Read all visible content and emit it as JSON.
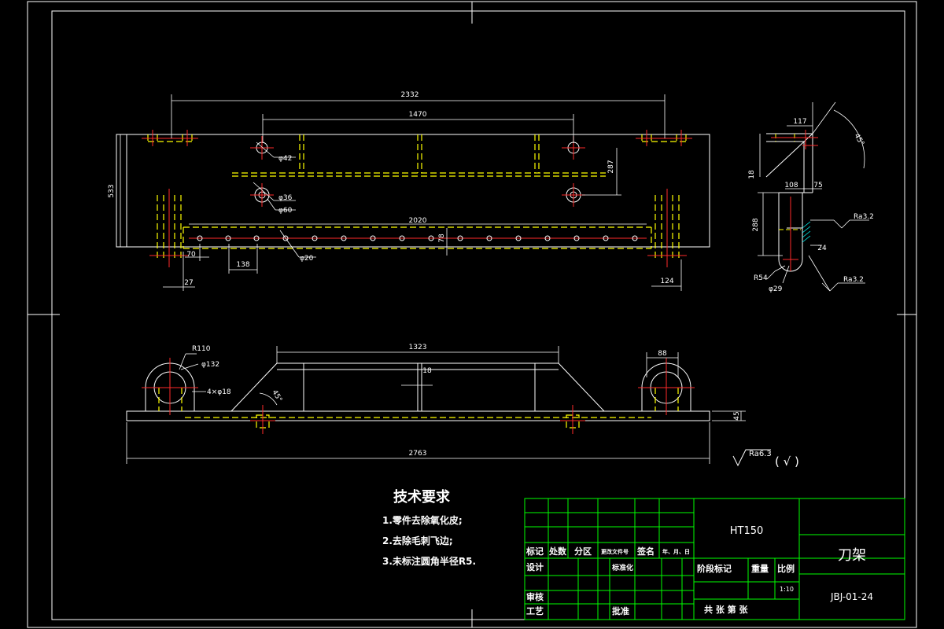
{
  "colors": {
    "background": "#000000",
    "outline": "#ffffff",
    "hidden": "#ffff00",
    "center": "#ff2a2a",
    "table_grid": "#00ff00"
  },
  "dimensions": {
    "top_2332": "2332",
    "top_1470": "1470",
    "top_533": "533",
    "top_287": "287",
    "top_2020": "2020",
    "top_d42": "φ42",
    "top_d36": "φ36",
    "top_d60": "φ60",
    "top_d20": "φ20",
    "top_70": "70",
    "top_138": "138",
    "top_27": "27",
    "top_124": "124",
    "top_78": "78",
    "side_117": "117",
    "side_45": "45°",
    "side_18": "18",
    "side_108": "108",
    "side_75": "75",
    "side_288": "288",
    "side_24": "24",
    "side_r54": "R54",
    "side_d29": "φ29",
    "side_ra1": "Ra3.2",
    "side_ra2": "Ra3.2",
    "front_1323": "1323",
    "front_18": "18",
    "front_r110": "R110",
    "front_d132": "φ132",
    "front_4x18": "4×φ18",
    "front_45": "45°",
    "front_88": "88",
    "front_2763": "2763",
    "front_45h": "45",
    "rough_general": "Ra6.3",
    "rough_paren": "(  √  )"
  },
  "tech_requirements": {
    "title": "技术要求",
    "items": [
      "1.零件去除氧化皮;",
      "2.去除毛刺飞边;",
      "3.未标注圆角半径R5."
    ]
  },
  "title_block": {
    "material": "HT150",
    "part_name": "刀架",
    "drawing_no": "JBJ-01-24",
    "scale": "1:10",
    "h_mark": "标记",
    "h_count": "处数",
    "h_zone": "分区",
    "h_docno": "更改文件号",
    "h_sign": "签名",
    "h_date": "年、月、日",
    "design": "设计",
    "standard": "标准化",
    "stage": "阶段标记",
    "weight": "重量",
    "ratio": "比例",
    "review": "审核",
    "process": "工艺",
    "approve": "批准",
    "sheets": "共  张  第  张"
  }
}
